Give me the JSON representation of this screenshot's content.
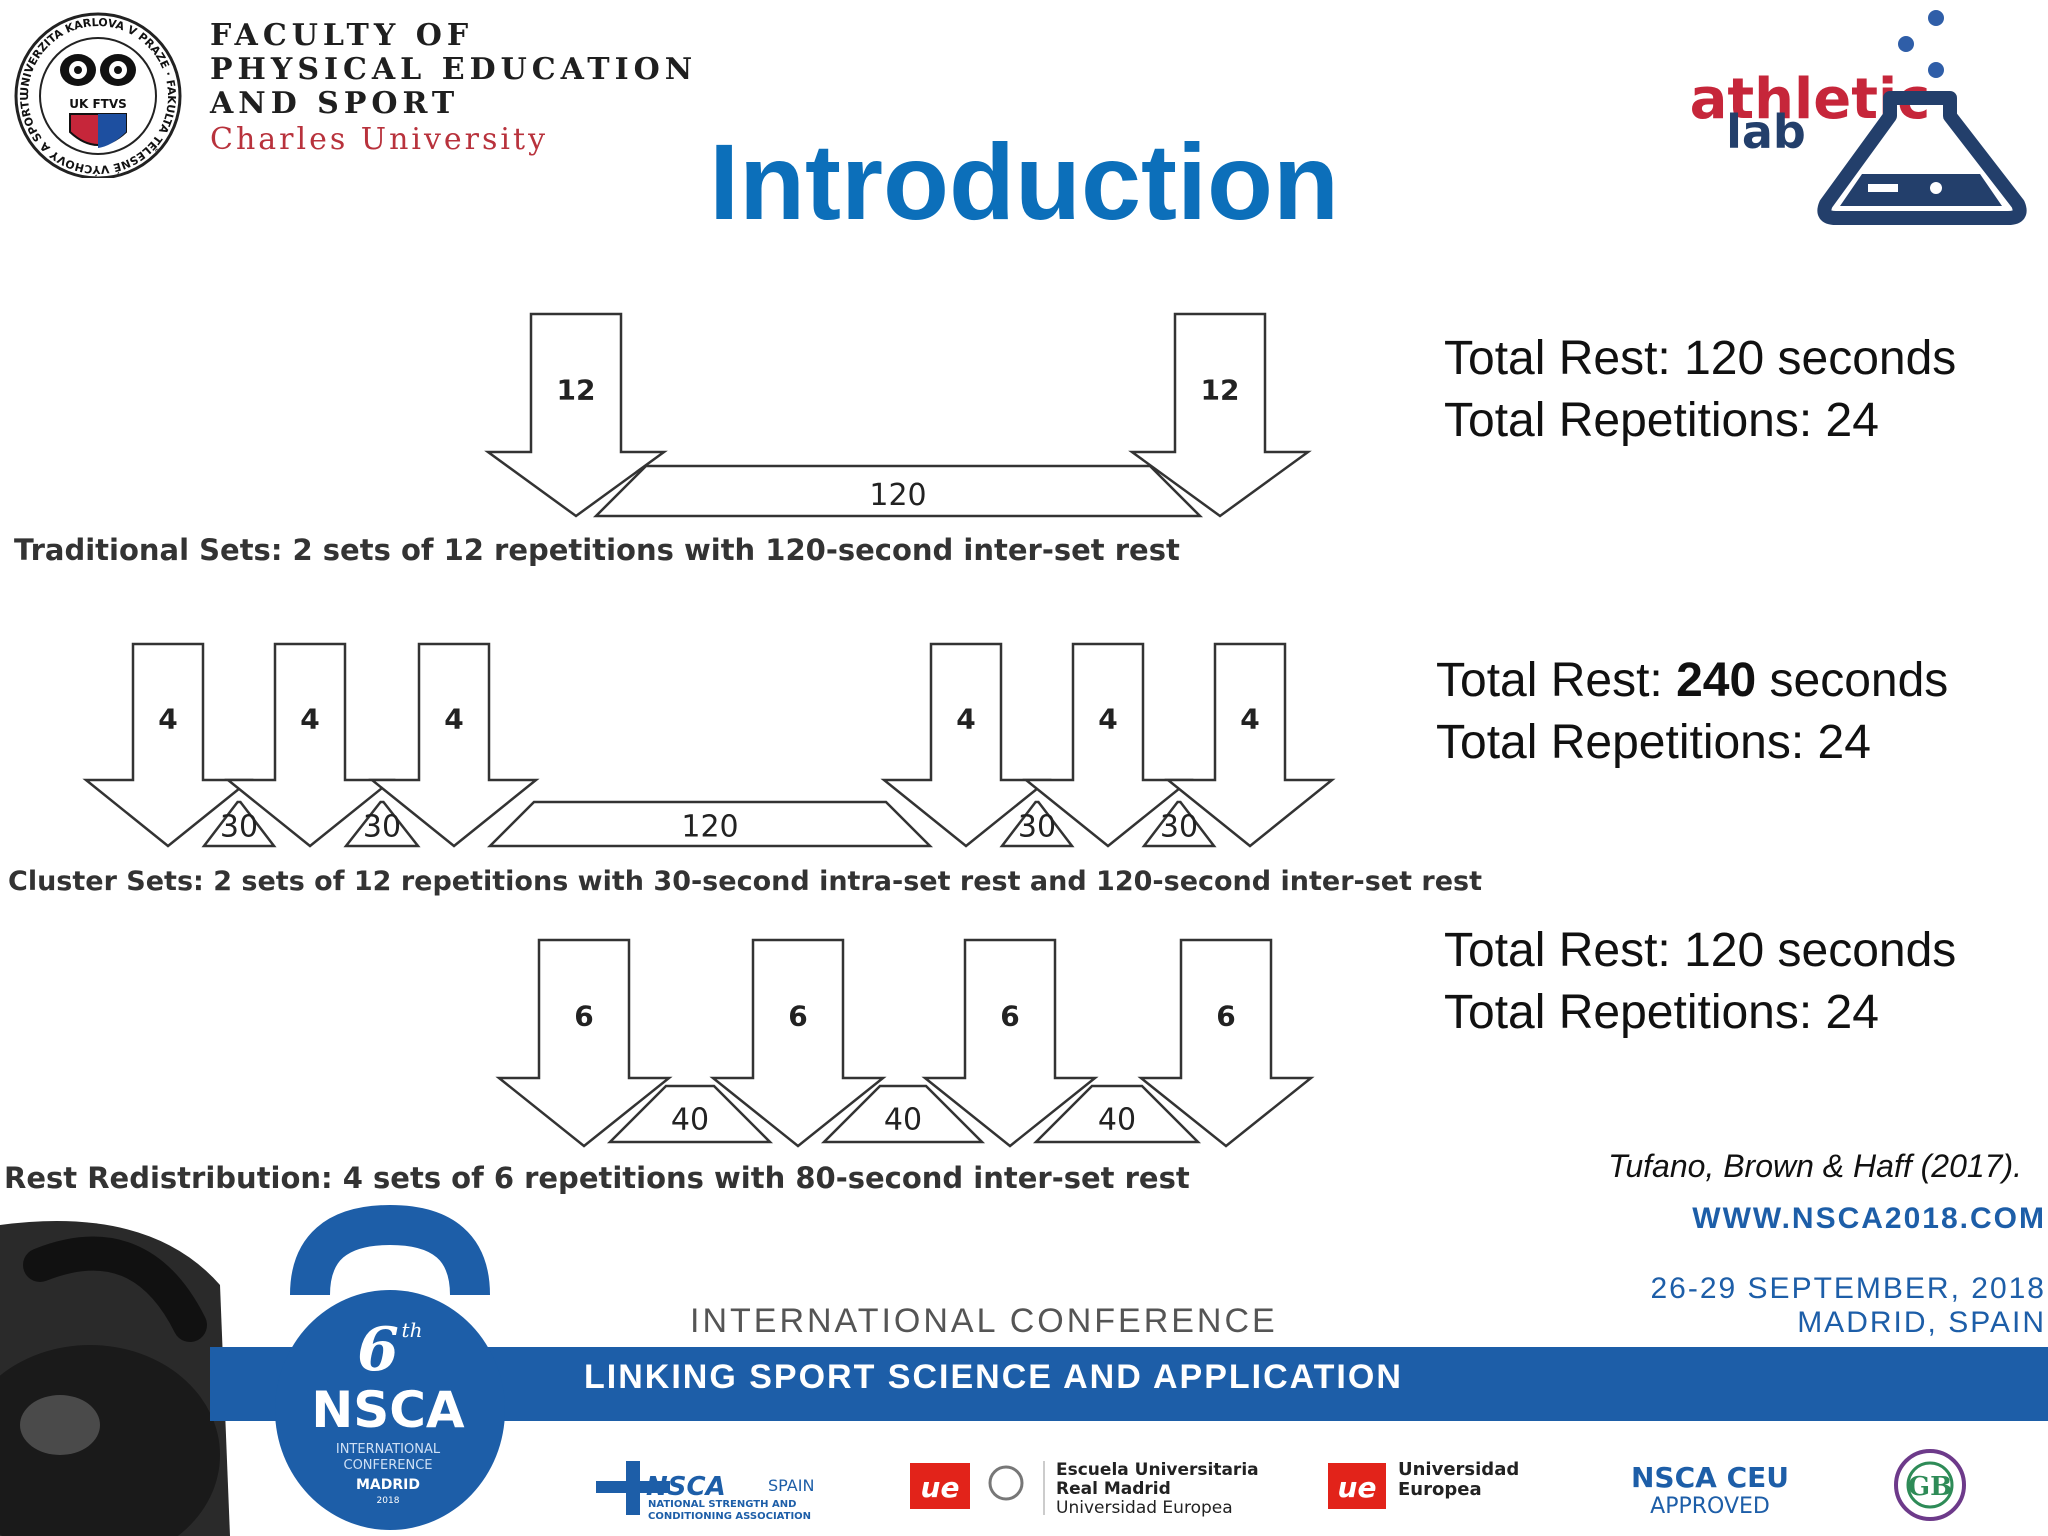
{
  "header": {
    "faculty_lines": [
      "FACULTY OF",
      "PHYSICAL EDUCATION",
      "AND SPORT",
      "Charles University"
    ],
    "seal_ring": "UNIVERZITA KARLOVA V PRAZE · FAKULTA TĚLESNÉ VÝCHOVY A SPORTU",
    "seal_center": "UK FTVS",
    "title": "Introduction",
    "athletic_logo": [
      "athletic",
      "lab"
    ]
  },
  "diagram": {
    "traditional": {
      "caption": "Traditional Sets: 2 sets of 12 repetitions with 120-second inter-set rest",
      "reps": [
        "12",
        "12"
      ],
      "rests": [
        "120"
      ]
    },
    "cluster": {
      "caption": "Cluster Sets: 2 sets of 12 repetitions with 30-second intra-set rest and 120-second inter-set rest",
      "reps": [
        "4",
        "4",
        "4",
        "4",
        "4",
        "4"
      ],
      "rests": [
        "30",
        "30",
        "120",
        "30",
        "30"
      ]
    },
    "redistribution": {
      "caption": "Rest Redistribution: 4 sets of 6 repetitions with 80-second inter-set rest",
      "reps": [
        "6",
        "6",
        "6",
        "6"
      ],
      "rests": [
        "40",
        "40",
        "40"
      ]
    }
  },
  "stats": [
    {
      "rest_prefix": "Total Rest: ",
      "rest_value": "120",
      "rest_suffix": " seconds",
      "reps": "Total Repetitions: 24",
      "bold": false
    },
    {
      "rest_prefix": "Total Rest: ",
      "rest_value": "240",
      "rest_suffix": " seconds",
      "reps": "Total Repetitions: 24",
      "bold": true
    },
    {
      "rest_prefix": "Total Rest: ",
      "rest_value": "120",
      "rest_suffix": " seconds",
      "reps": "Total Repetitions: 24",
      "bold": false
    }
  ],
  "citation": "Tufano, Brown & Haff (2017).",
  "footer": {
    "website": "WWW.NSCA2018.COM",
    "dates_line1": "26-29 SEPTEMBER, 2018",
    "dates_line2": "MADRID, SPAIN",
    "conference": "INTERNATIONAL CONFERENCE",
    "tagline": "LINKING SPORT SCIENCE AND APPLICATION",
    "badge_number": "6",
    "badge_sup": "th",
    "badge_name": "NSCA",
    "badge_line1": "INTERNATIONAL",
    "badge_line2": "CONFERENCE",
    "badge_city": "MADRID",
    "badge_year": "2018",
    "sponsors": {
      "nsca_spain": "NSCA",
      "nsca_spain_suffix": "SPAIN",
      "nsca_spain_sub1": "NATIONAL STRENGTH AND",
      "nsca_spain_sub2": "CONDITIONING ASSOCIATION",
      "ue_mark": "ue",
      "escuela_l1": "Escuela Universitaria",
      "escuela_l2": "Real Madrid",
      "escuela_l3": "Universidad Europea",
      "ue_l1": "Universidad",
      "ue_l2": "Europea",
      "ceu_l1": "NSCA CEU",
      "ceu_l2": "APPROVED",
      "gb_mark": "GB"
    }
  },
  "colors": {
    "title_blue": "#0c6fba",
    "footer_blue": "#1d5ea8",
    "crimson": "#b8323c",
    "athletic_red": "#c6263a",
    "athletic_navy": "#233f6b"
  }
}
